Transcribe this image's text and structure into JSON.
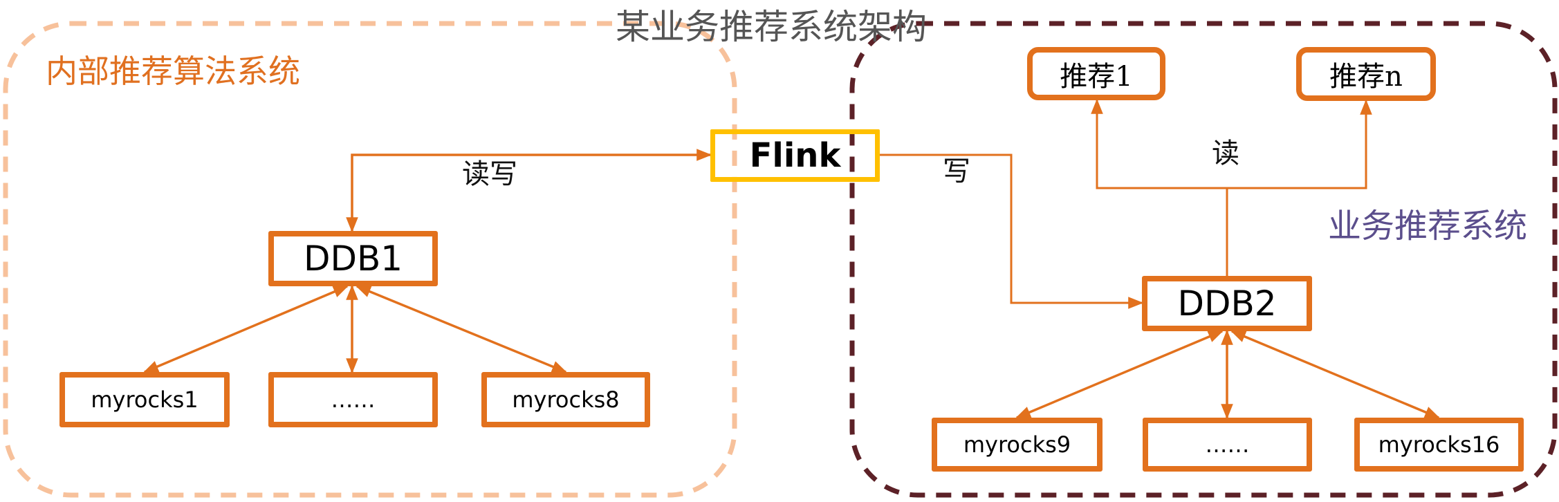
{
  "title": "某业务推荐系统架构",
  "groups": {
    "internal": {
      "label": "内部推荐算法系统",
      "border_color": "#F7C19B",
      "label_color": "#E07020"
    },
    "business": {
      "label": "业务推荐系统",
      "border_color": "#5C2127",
      "label_color": "#5B4E8C"
    }
  },
  "colors": {
    "node_border": "#E2711D",
    "edge": "#E2711D",
    "flink_border": "#FFC000",
    "title": "#555555"
  },
  "nodes": {
    "flink": "Flink",
    "ddb1": "DDB1",
    "ddb2": "DDB2",
    "rec1": "推荐1",
    "recn": "推荐n",
    "left_storage": [
      "myrocks1",
      "……",
      "myrocks8"
    ],
    "right_storage": [
      "myrocks9",
      "……",
      "myrocks16"
    ]
  },
  "edges": {
    "ddb1_flink": "读写",
    "flink_ddb2": "写",
    "ddb2_rec": "读"
  }
}
